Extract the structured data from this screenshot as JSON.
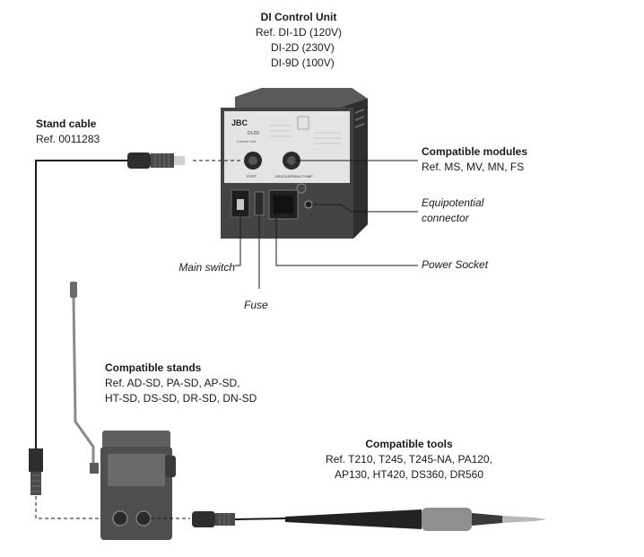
{
  "control_unit": {
    "title": "DI Control Unit",
    "refs": [
      "Ref. DI-1D (120V)",
      "DI-2D (230V)",
      "DI-9D (100V)"
    ],
    "panel_brand": "JBC",
    "panel_model": "DI-2D",
    "panel_port1": "PORT",
    "panel_port2": "DESOLDERING PUMP",
    "panel_subtitle": "Control Unit"
  },
  "stand_cable": {
    "title": "Stand cable",
    "ref": "Ref. 0011283"
  },
  "compatible_modules": {
    "title": "Compatible modules",
    "ref": "Ref. MS, MV, MN, FS"
  },
  "equipotential": {
    "line1": "Equipotential",
    "line2": "connector"
  },
  "power_socket": {
    "label": "Power Socket"
  },
  "main_switch": {
    "label": "Main switch"
  },
  "fuse": {
    "label": "Fuse"
  },
  "compatible_stands": {
    "title": "Compatible stands",
    "lines": [
      "Ref. AD-SD, PA-SD, AP-SD,",
      "HT-SD, DS-SD, DR-SD, DN-SD"
    ]
  },
  "compatible_tools": {
    "title": "Compatible tools",
    "lines": [
      "Ref. T210, T245, T245-NA, PA120,",
      "AP130, HT420, DS360, DR560"
    ]
  },
  "colors": {
    "cable": "#1a1a1a",
    "unit_body": "#4a4a4a",
    "panel": "#e2e2e2",
    "handle": "#8a8a8a"
  }
}
